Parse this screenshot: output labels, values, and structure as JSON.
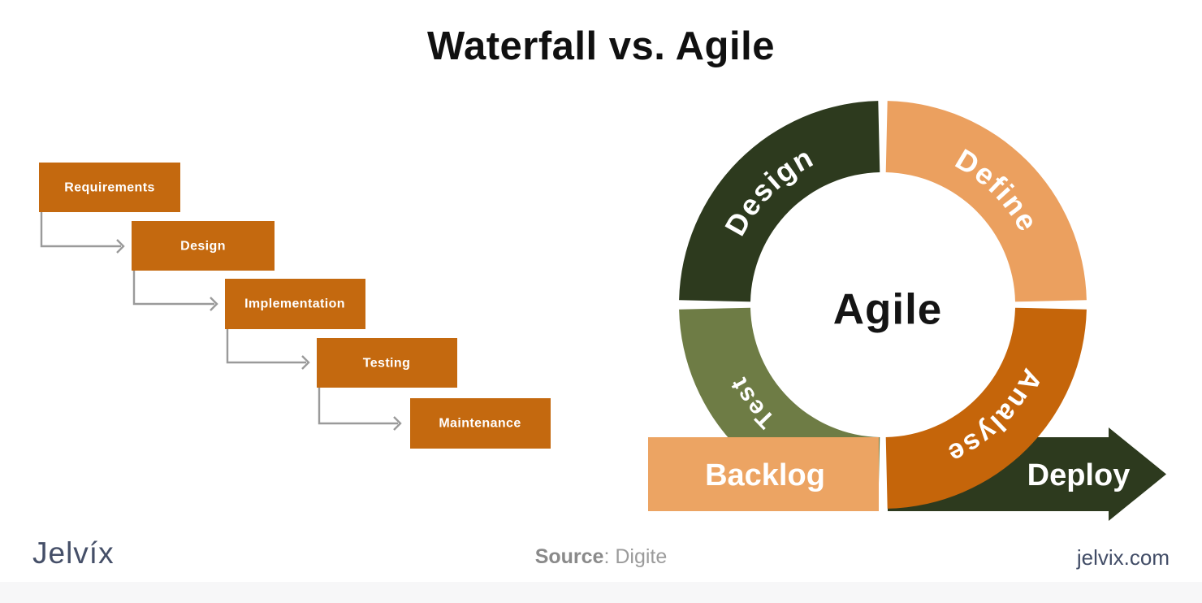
{
  "title": "Waterfall vs. Agile",
  "waterfall": {
    "steps": [
      "Requirements",
      "Design",
      "Implementation",
      "Testing",
      "Maintenance"
    ],
    "box_color": "#C4690F",
    "arrow_color": "#9A9A9A"
  },
  "agile": {
    "center_label": "Agile",
    "segments": [
      {
        "label": "Design",
        "color": "#2D3A1E"
      },
      {
        "label": "Define",
        "color": "#EBA05F"
      },
      {
        "label": "Analyse",
        "color": "#C5650A"
      },
      {
        "label": "Test",
        "color": "#6E7C45"
      }
    ],
    "backlog": {
      "label": "Backlog",
      "color": "#ECA463"
    },
    "deploy": {
      "label": "Deploy",
      "color": "#2D3A1E"
    }
  },
  "footer": {
    "logo": "Jelvíx",
    "source_label": "Source",
    "source_rest": ": Digite",
    "site": "jelvix.com"
  }
}
